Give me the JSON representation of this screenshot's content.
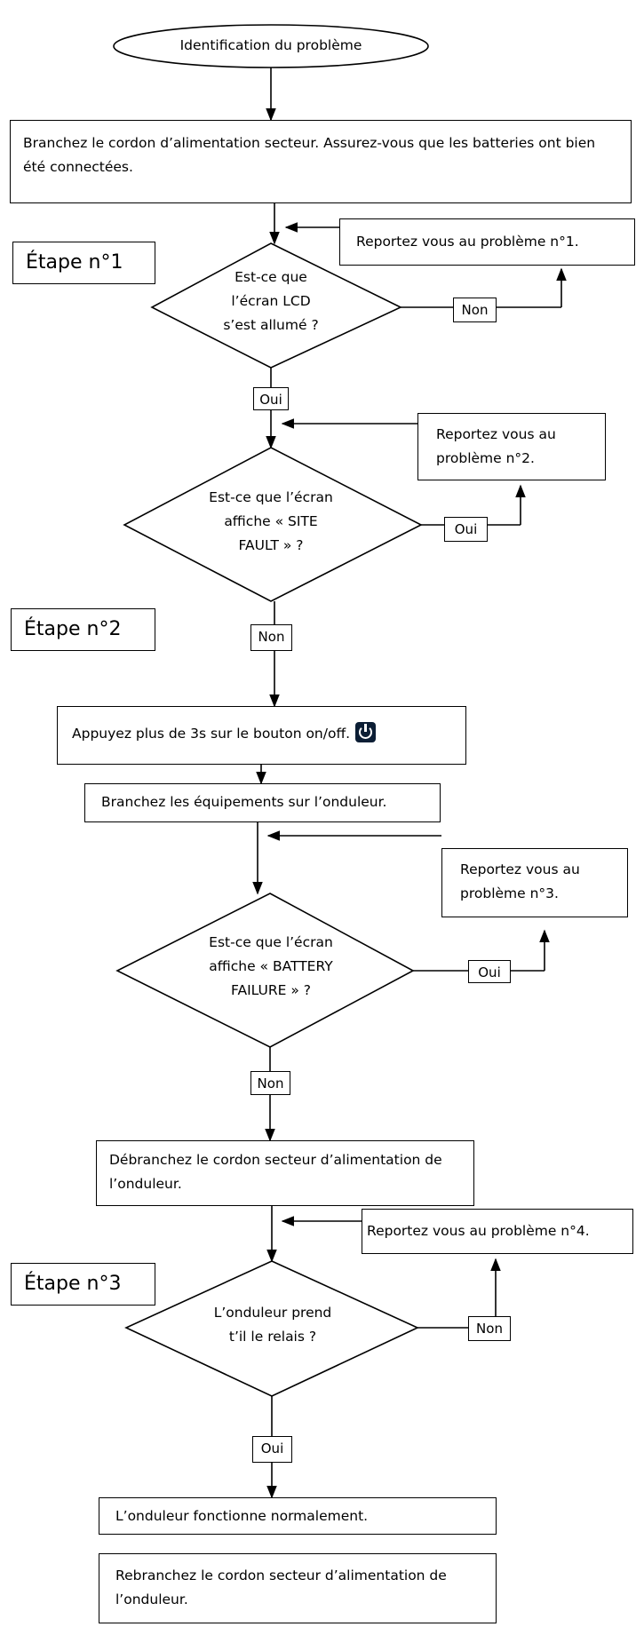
{
  "start": {
    "label": "Identification du problème"
  },
  "boxes": {
    "connect": "Branchez le cordon d’alimentation secteur. Assurez-vous que les batteries ont bien été connectées.",
    "press": "Appuyez plus de 3s sur le bouton on/off.",
    "plug": "Branchez les équipements sur l’onduleur.",
    "unplug": "Débranchez le cordon secteur d’alimentation de l’onduleur.",
    "normal": "L’onduleur fonctionne normalement.",
    "replug": "Rebranchez le cordon secteur d’alimentation de l’onduleur."
  },
  "refs": {
    "p1": "Reportez vous au problème n°1.",
    "p2": "Reportez vous au problème n°2.",
    "p3": "Reportez vous au problème n°3.",
    "p4": "Reportez vous au problème n°4."
  },
  "steps": {
    "s1": "Étape n°1",
    "s2": "Étape n°2",
    "s3": "Étape n°3"
  },
  "decisions": {
    "lcd": [
      "Est-ce que",
      "l’écran LCD",
      "s’est allumé ?"
    ],
    "site": [
      "Est-ce que l’écran",
      "affiche « SITE",
      "FAULT » ?"
    ],
    "battery": [
      "Est-ce que l’écran",
      "affiche « BATTERY",
      "FAILURE » ?"
    ],
    "relay": [
      "L’onduleur  prend",
      "t’il le relais ?"
    ]
  },
  "labels": {
    "non": "Non",
    "oui": "Oui"
  },
  "icons": {
    "power": "power-icon"
  }
}
